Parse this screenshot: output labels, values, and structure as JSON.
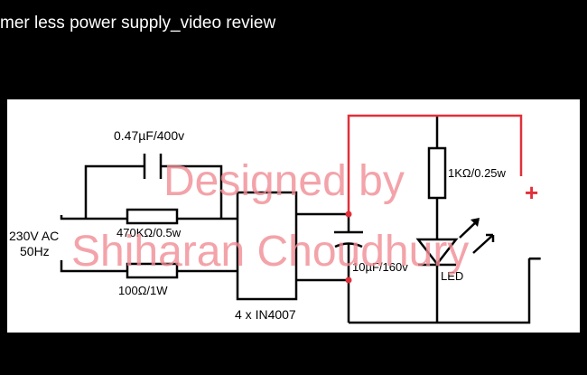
{
  "video": {
    "title": "mer less power supply_video review"
  },
  "schematic": {
    "labels": {
      "cap_x": "0.47µF/400v",
      "resistor_bleed": "470KΩ/0.5w",
      "resistor_series": "100Ω/1W",
      "ac_source_line1": "230V AC",
      "ac_source_line2": "50Hz",
      "bridge": "4 x IN4007",
      "filter_cap": "10µF/160v",
      "led_resistor": "1KΩ/0.25w",
      "led": "LED",
      "plus": "+",
      "minus": "–"
    },
    "watermark": {
      "line1": "Designed by",
      "line2": "Shiharan Choudhury"
    },
    "colors": {
      "wire": "#000000",
      "positive_rail": "#e0303a",
      "watermark": "#f08c93",
      "plus": "#e0303a",
      "minus": "#000000"
    }
  }
}
